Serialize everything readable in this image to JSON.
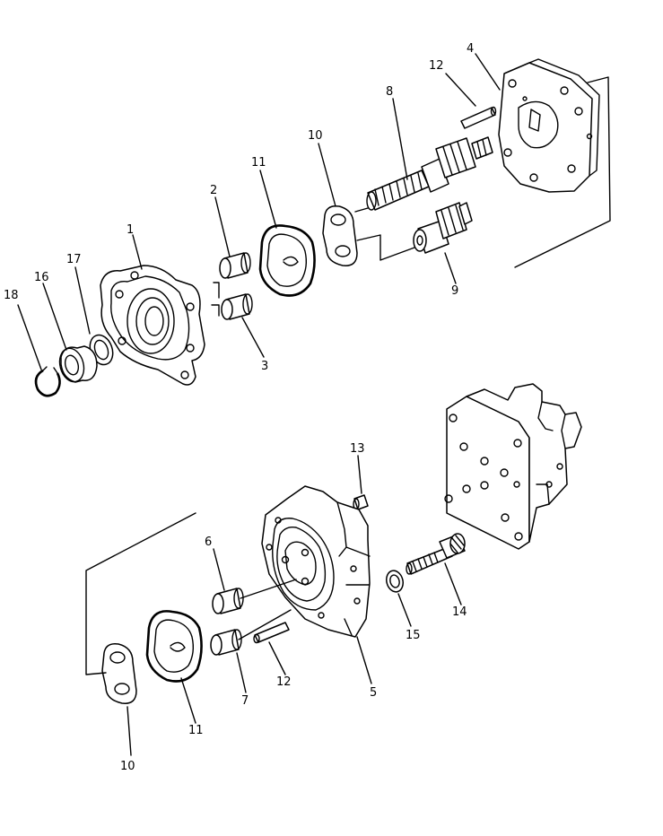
{
  "labels": {
    "p1": "1",
    "p2": "2",
    "p3": "3",
    "p4": "4",
    "p5": "5",
    "p6": "6",
    "p7": "7",
    "p8": "8",
    "p9": "9",
    "p10a": "10",
    "p10b": "10",
    "p11a": "11",
    "p11b": "11",
    "p12a": "12",
    "p12b": "12",
    "p13": "13",
    "p14": "14",
    "p15": "15",
    "p16": "16",
    "p17": "17",
    "p18": "18"
  }
}
